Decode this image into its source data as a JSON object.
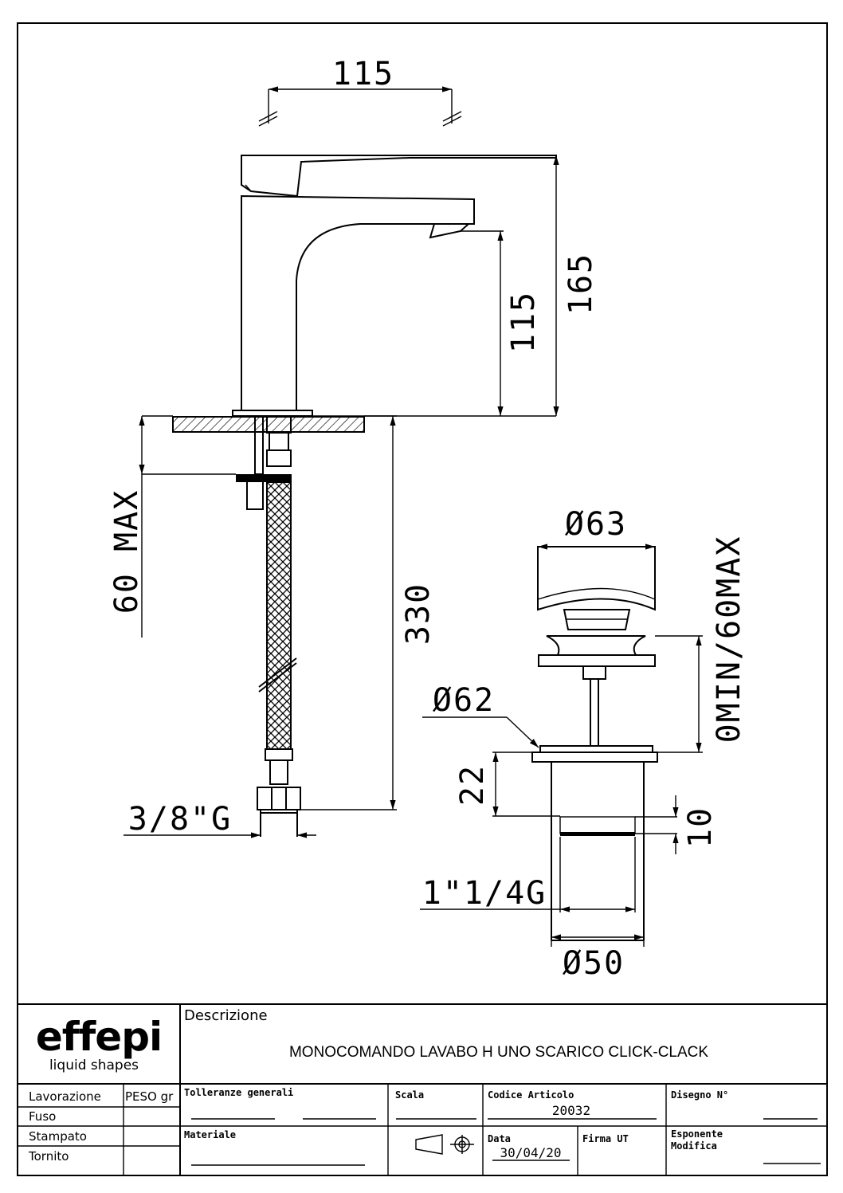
{
  "dimensions": {
    "spout_reach": "115",
    "total_height": "165",
    "spout_height": "115",
    "deck_thickness_max": "60 MAX",
    "hose_length": "330",
    "hose_thread": "3/8\"G",
    "waste_top_diameter": "Ø63",
    "waste_range": "0MIN/60MAX",
    "waste_flange_diameter": "Ø62",
    "waste_flange_height": "22",
    "waste_slot": "10",
    "waste_thread": "1\"1/4G",
    "waste_body_diameter": "Ø50"
  },
  "title_block": {
    "logo": "effepi",
    "tagline": "liquid shapes",
    "description_label": "Descrizione",
    "description": "MONOCOMANDO LAVABO H UNO SCARICO CLICK-CLACK",
    "process_label": "Lavorazione",
    "weight_label": "PESO gr",
    "processes": [
      "Fuso",
      "Stampato",
      "Tornito"
    ],
    "tolerances_label": "Tolleranze generali",
    "material_label": "Materiale",
    "scale_label": "Scala",
    "article_code_label": "Codice Articolo",
    "article_code": "20032",
    "date_label": "Data",
    "date": "30/04/20",
    "signature_label": "Firma UT",
    "drawing_no_label": "Disegno N°",
    "revision_label_1": "Esponente",
    "revision_label_2": "Modifica"
  }
}
